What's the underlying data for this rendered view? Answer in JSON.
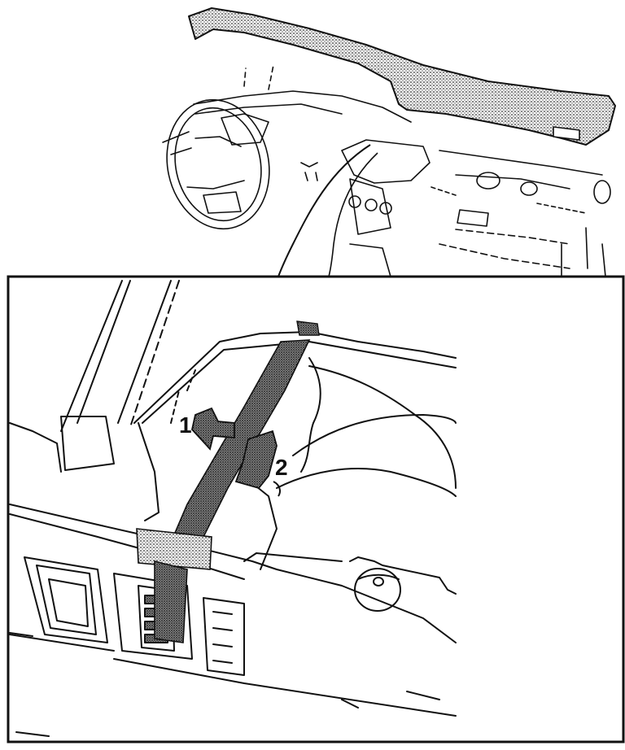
{
  "diagram": {
    "callouts": [
      {
        "id": "1",
        "label": "1"
      },
      {
        "id": "2",
        "label": "2"
      }
    ],
    "colors": {
      "ink": "#111111",
      "paper": "#ffffff",
      "stipple": "#5a5a5a"
    }
  }
}
